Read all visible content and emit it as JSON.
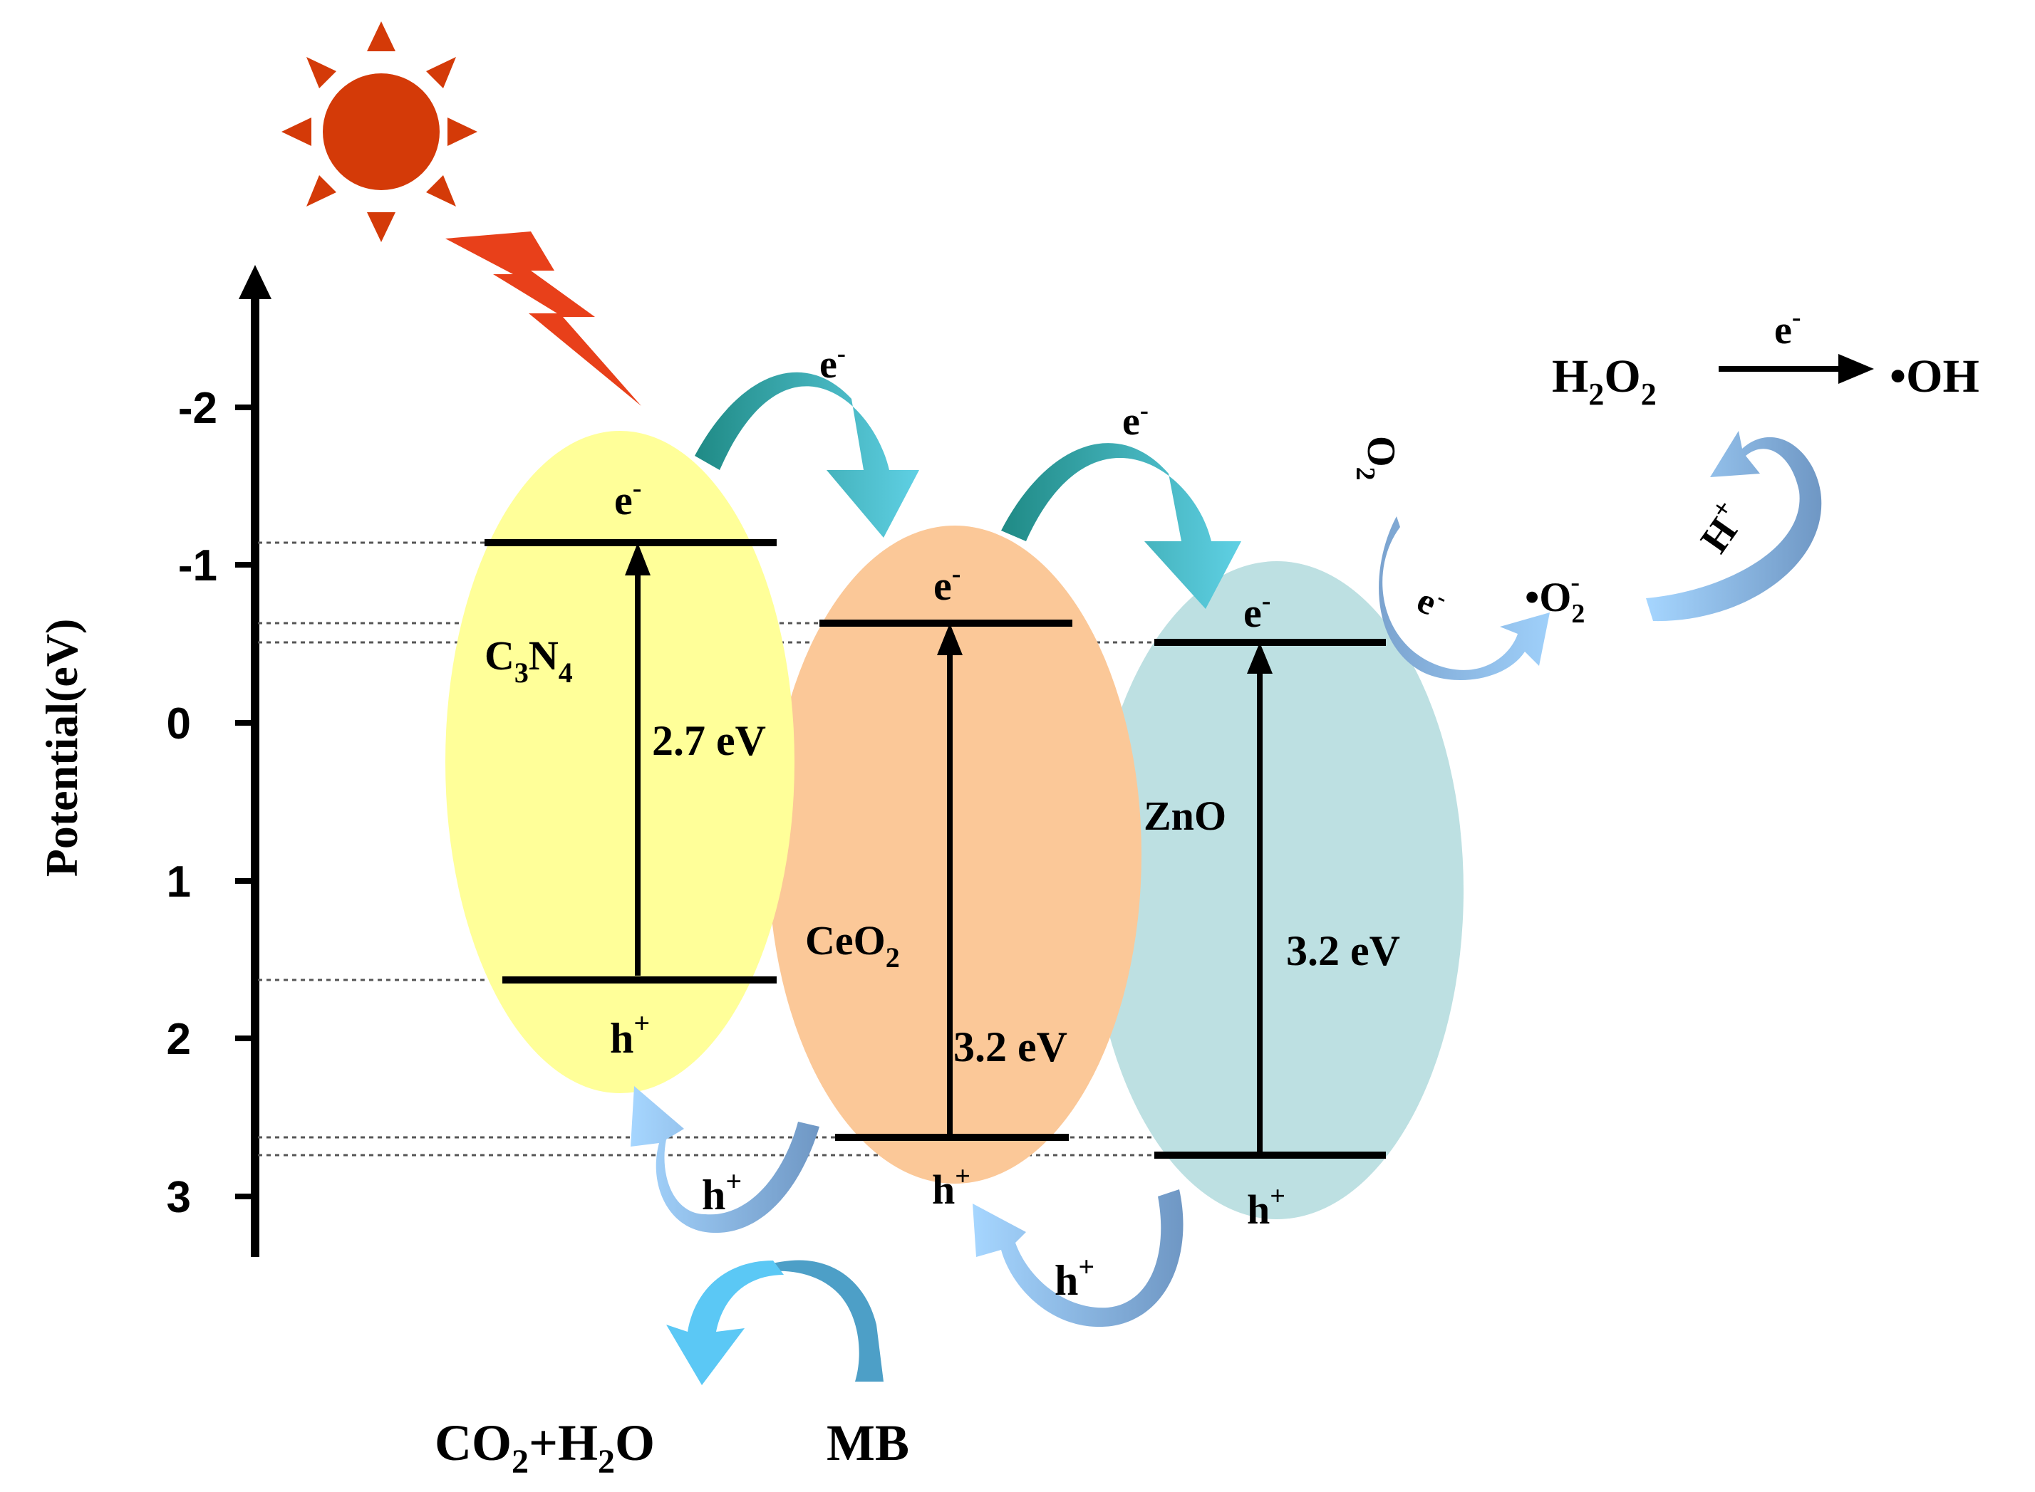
{
  "axis": {
    "label": "Potential(eV)",
    "ticks": [
      "-2",
      "-1",
      "0",
      "1",
      "2",
      "3"
    ]
  },
  "materials": {
    "c3n4": {
      "name_main": "C",
      "name_sub1": "3",
      "name_mid": "N",
      "name_sub2": "4",
      "gap": "2.7 eV",
      "e": "e",
      "h": "h"
    },
    "ceo2": {
      "name_main": "CeO",
      "name_sub": "2",
      "gap": "3.2 eV",
      "e": "e",
      "h": "h"
    },
    "zno": {
      "name": "ZnO",
      "gap": "3.2 eV",
      "e": "e",
      "h": "h"
    }
  },
  "transfer": {
    "electron": "e",
    "hole": "h"
  },
  "reactions": {
    "o2": "O",
    "o2_sub": "2",
    "superoxide": "•O",
    "superoxide_sub": "2",
    "superoxide_sup": "-",
    "proton": "H",
    "proton_sup": "+",
    "h2o2_h": "H",
    "h2o2_o": "O",
    "h2o2_sub": "2",
    "arrow_label": "e",
    "hydroxyl": "•OH"
  },
  "degradation": {
    "products_a": "CO",
    "products_sub1": "2",
    "products_b": "+H",
    "products_sub2": "2",
    "products_c": "O",
    "pollutant": "MB"
  },
  "colors": {
    "c3n4": "#ffff99",
    "ceo2": "#fbc898",
    "zno": "#bde0e2",
    "sun": "#d43a08",
    "bolt": "#e8401a",
    "teal_arrow": "#2a9d94",
    "blue_arrow": "#8ec2f2",
    "steel_arrow": "#7ba3cf"
  }
}
